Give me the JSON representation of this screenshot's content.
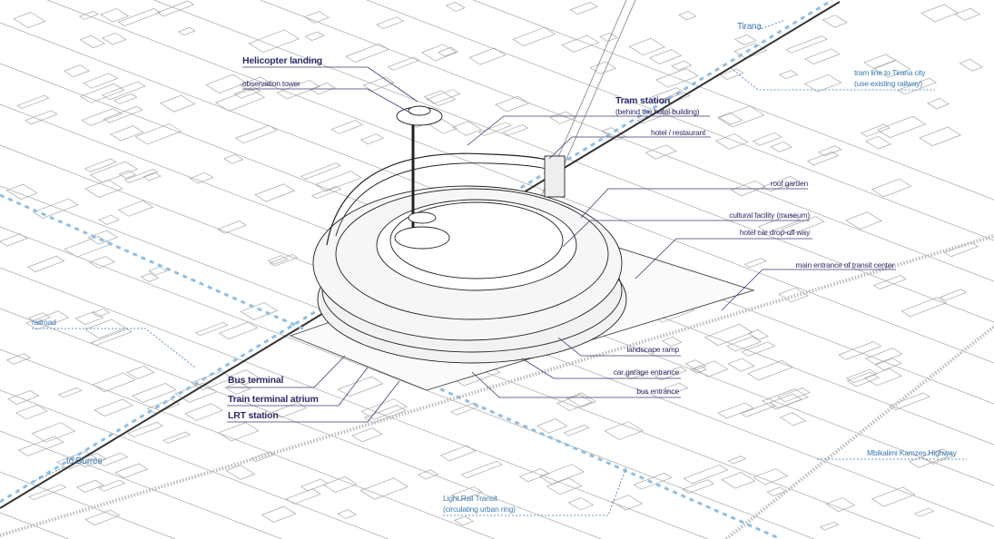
{
  "colors": {
    "label": "#2e2a6b",
    "transit_label": "#3a78b5",
    "rail_dash": "#8fbfe6",
    "map_line": "#9a9a9a"
  },
  "labels": {
    "helicopter_landing": "Helicopter landing",
    "observation_tower": "observation tower",
    "tram_station": "Tram station",
    "tram_station_note": "(behind the hotel building)",
    "hotel_restaurant": "hotel / restaurant",
    "roof_garden": "roof garden",
    "cultural_facility": "cultural facility (museum)",
    "hotel_dropoff": "hotel car drop-off way",
    "main_entrance": "main entrance of transit center",
    "landscape_ramp": "landscape ramp",
    "car_garage": "car garage entrance",
    "bus_entrance": "bus entrance",
    "bus_terminal": "Bus terminal",
    "train_atrium": "Train terminal atrium",
    "lrt_station": "LRT station"
  },
  "transit": {
    "tirana": "Tirana",
    "tram_line": "tram line to Tirana city",
    "tram_line_note": "(use existing railway)",
    "railroad": "railroad",
    "to_durres": "to Durres",
    "highway": "Mbikalimi Kamzes Highway",
    "lrt": "Light Rail Transit",
    "lrt_note": "(circulating urban ring)"
  }
}
